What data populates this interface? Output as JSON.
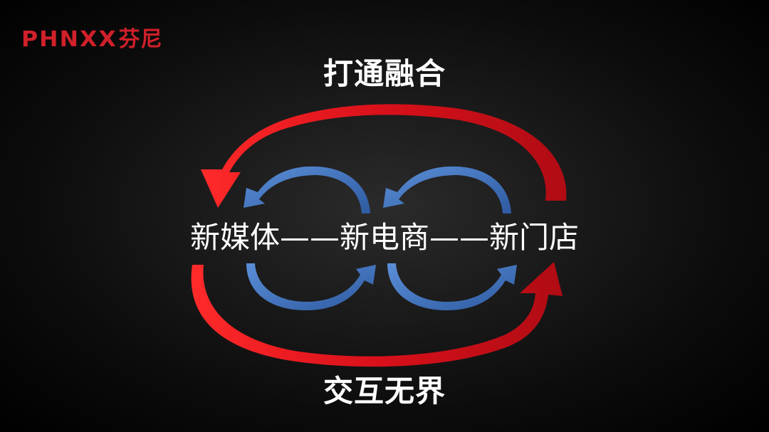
{
  "logo": {
    "latin": "PHNXX",
    "chinese": "芬尼"
  },
  "diagram": {
    "top_title": "打通融合",
    "bottom_title": "交互无界",
    "nodes": [
      "新媒体",
      "新电商",
      "新门店"
    ],
    "connector": "——",
    "colors": {
      "outer_arrow": "#e3141b",
      "inner_arrow": "#3e6fb8",
      "text": "#ffffff",
      "logo": "#d0202a"
    }
  }
}
